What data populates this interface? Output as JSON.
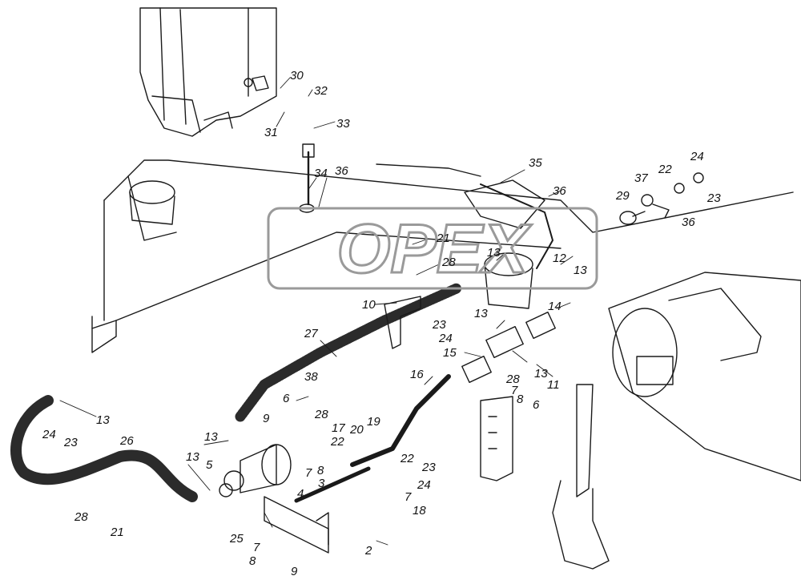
{
  "watermark": {
    "text": "OPEX",
    "color": "#9a9a9a"
  },
  "labels": [
    "30",
    "32",
    "31",
    "33",
    "34",
    "36",
    "35",
    "36",
    "24",
    "37",
    "22",
    "23",
    "29",
    "36",
    "21",
    "28",
    "13",
    "12",
    "13",
    "10",
    "23",
    "24",
    "13",
    "15",
    "14",
    "13",
    "11",
    "27",
    "16",
    "28",
    "7",
    "8",
    "6",
    "38",
    "6",
    "9",
    "28",
    "17",
    "20",
    "19",
    "13",
    "5",
    "22",
    "8",
    "7",
    "3",
    "4",
    "22",
    "23",
    "24",
    "7",
    "18",
    "26",
    "24",
    "23",
    "13",
    "28",
    "21",
    "25",
    "2",
    "7",
    "8",
    "9",
    "13"
  ],
  "colors": {
    "line": "#1a1a1a",
    "hose": "#2b2b2b",
    "paper": "#ffffff"
  }
}
